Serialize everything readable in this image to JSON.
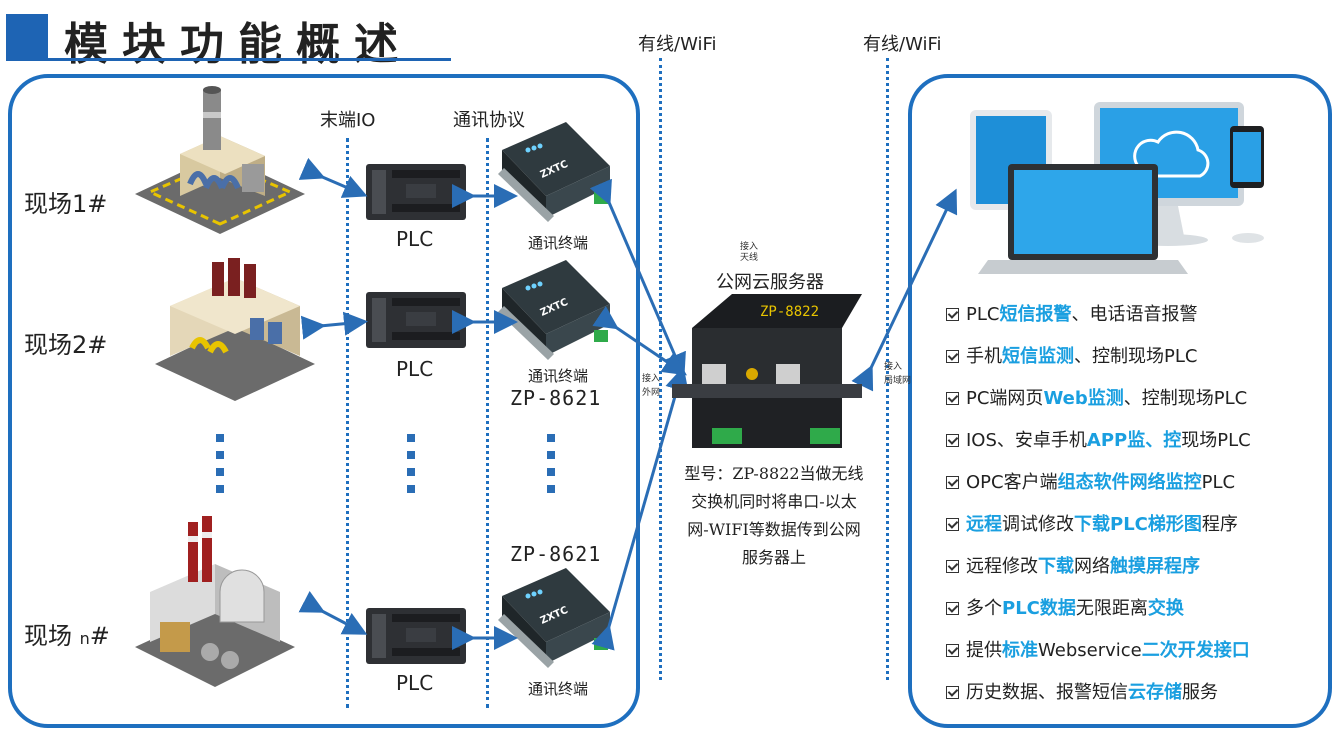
{
  "header": {
    "title": "模块功能概述"
  },
  "network_labels": {
    "left": "有线/WiFi",
    "right": "有线/WiFi"
  },
  "column_labels": {
    "io": "末端IO",
    "protocol": "通讯协议"
  },
  "sites": [
    {
      "label": "现场1#"
    },
    {
      "label": "现场2#"
    },
    {
      "label": "现场 n#",
      "prefix": "现场 ",
      "sub": "n",
      "suffix": "#"
    }
  ],
  "plc_label": "PLC",
  "terminal": {
    "label": "通讯终端",
    "brand": "ZXTC",
    "model": "ZP-8621"
  },
  "server": {
    "title": "公网云服务器",
    "model": "ZP-8822",
    "port_top": "接入\n天线",
    "port_left": "接入\n外网",
    "port_right": "接入\n局域网",
    "description": [
      "型号：ZP-8822当做无线",
      "交换机同时将串口-以太",
      "网-WIFI等数据传到公网",
      "服务器上"
    ]
  },
  "features": [
    [
      {
        "t": "PLC"
      },
      {
        "t": "短信报警",
        "h": true
      },
      {
        "t": "、电话语音报警"
      }
    ],
    [
      {
        "t": "手机"
      },
      {
        "t": "短信监测",
        "h": true
      },
      {
        "t": "、控制现场PLC"
      }
    ],
    [
      {
        "t": "PC端网页"
      },
      {
        "t": "Web监测",
        "h": true
      },
      {
        "t": "、控制现场PLC"
      }
    ],
    [
      {
        "t": "IOS、安卓手机"
      },
      {
        "t": "APP监、控",
        "h": true
      },
      {
        "t": "现场PLC"
      }
    ],
    [
      {
        "t": "OPC客户端"
      },
      {
        "t": "组态软件网络监控",
        "h": true
      },
      {
        "t": "PLC"
      }
    ],
    [
      {
        "t": "远程",
        "h": true
      },
      {
        "t": "调试修改"
      },
      {
        "t": "下载PLC梯形图",
        "h": true
      },
      {
        "t": "程序"
      }
    ],
    [
      {
        "t": "远程修改"
      },
      {
        "t": "下载",
        "h": true
      },
      {
        "t": "网络"
      },
      {
        "t": "触摸屏程序",
        "h": true
      }
    ],
    [
      {
        "t": "多个"
      },
      {
        "t": "PLC数据",
        "h": true
      },
      {
        "t": "无限距离"
      },
      {
        "t": "交换",
        "h": true
      }
    ],
    [
      {
        "t": "提供"
      },
      {
        "t": "标准",
        "h": true
      },
      {
        "t": "Webservice"
      },
      {
        "t": "二次开发接口",
        "h": true
      }
    ],
    [
      {
        "t": "历史数据、报警短信"
      },
      {
        "t": "云存储",
        "h": true
      },
      {
        "t": "服务"
      }
    ]
  ],
  "colors": {
    "accent": "#1e6fbf",
    "highlight": "#1a9fe0",
    "device": "#2a2d30"
  }
}
